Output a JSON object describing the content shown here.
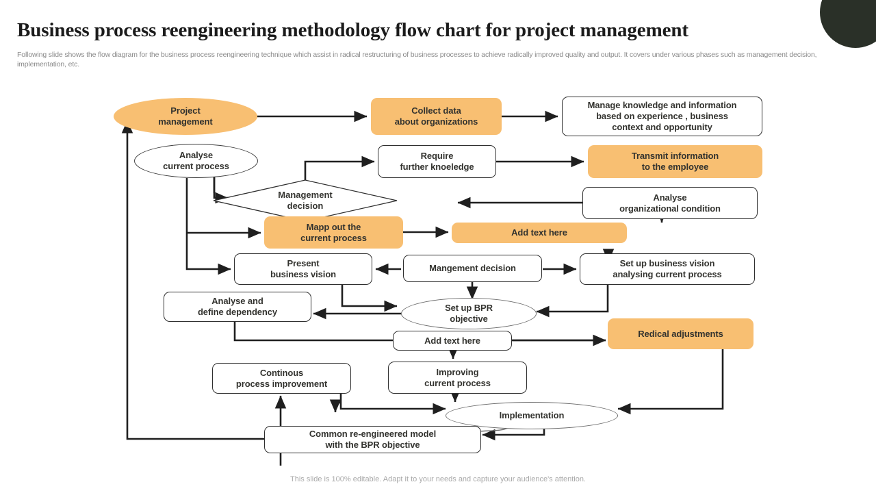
{
  "header": {
    "title": "Business process reengineering methodology flow chart for project management",
    "subtitle": "Following slide shows the flow diagram for the business process reengineering technique which assist in radical restructuring of business processes to achieve radically improved quality and output. It covers under various phases such as management decision, implementation, etc."
  },
  "footer": {
    "note": "This slide is 100% editable. Adapt it to your needs and capture your audience's attention."
  },
  "colors": {
    "accent_orange": "#f8bf72",
    "dark_circle": "#2a3028",
    "node_text": "#33332f",
    "line": "#1f1f1f",
    "title_text": "#1b1b1b",
    "subtitle_text": "#8a8a8a",
    "footer_text": "#a9a9a9"
  },
  "flow": {
    "nodes": [
      {
        "id": "project-management",
        "label": "Project\nmanagement",
        "shape": "ellipse",
        "fill": "orange"
      },
      {
        "id": "collect-data",
        "label": "Collect data\nabout organizations",
        "shape": "box",
        "fill": "orange"
      },
      {
        "id": "manage-knowledge",
        "label": "Manage knowledge and information\nbased on experience , business\ncontext and opportunity",
        "shape": "box",
        "fill": "white"
      },
      {
        "id": "analyse-current-process",
        "label": "Analyse\ncurrent process",
        "shape": "ellipse",
        "fill": "white"
      },
      {
        "id": "require-further-knowledge",
        "label": "Require\nfurther knoeledge",
        "shape": "box",
        "fill": "white"
      },
      {
        "id": "transmit-information",
        "label": "Transmit information\nto the employee",
        "shape": "box",
        "fill": "orange"
      },
      {
        "id": "management-decision",
        "label": "Management\ndecision",
        "shape": "diamond",
        "fill": "white"
      },
      {
        "id": "analyse-org-condition",
        "label": "Analyse\norganizational condition",
        "shape": "box",
        "fill": "white"
      },
      {
        "id": "mapp-out-current-process",
        "label": "Mapp out the\ncurrent process",
        "shape": "box",
        "fill": "orange"
      },
      {
        "id": "add-text-here-1",
        "label": "Add text here",
        "shape": "box",
        "fill": "orange"
      },
      {
        "id": "present-business-vision",
        "label": "Present\nbusiness  vision",
        "shape": "box",
        "fill": "white"
      },
      {
        "id": "mangement-decision",
        "label": "Mangement decision",
        "shape": "box",
        "fill": "white"
      },
      {
        "id": "set-up-business-vision",
        "label": "Set up business  vision\nanalysing current process",
        "shape": "box",
        "fill": "white"
      },
      {
        "id": "analyse-define-dependency",
        "label": "Analyse and\ndefine dependency",
        "shape": "box",
        "fill": "white"
      },
      {
        "id": "set-up-bpr-objective",
        "label": "Set up BPR\nobjective",
        "shape": "ellipse",
        "fill": "white"
      },
      {
        "id": "add-text-here-2",
        "label": "Add text here",
        "shape": "box",
        "fill": "white"
      },
      {
        "id": "redical-adjustments",
        "label": "Redical adjustments",
        "shape": "box",
        "fill": "orange"
      },
      {
        "id": "continous-improvement",
        "label": "Continous\nprocess improvement",
        "shape": "box",
        "fill": "white"
      },
      {
        "id": "improving-current-process",
        "label": "Improving\ncurrent process",
        "shape": "box",
        "fill": "white"
      },
      {
        "id": "implementation",
        "label": "Implementation",
        "shape": "ellipse",
        "fill": "white"
      },
      {
        "id": "common-re-engineered",
        "label": "Common re-engineered model\nwith the BPR objective",
        "shape": "box",
        "fill": "white"
      }
    ]
  }
}
